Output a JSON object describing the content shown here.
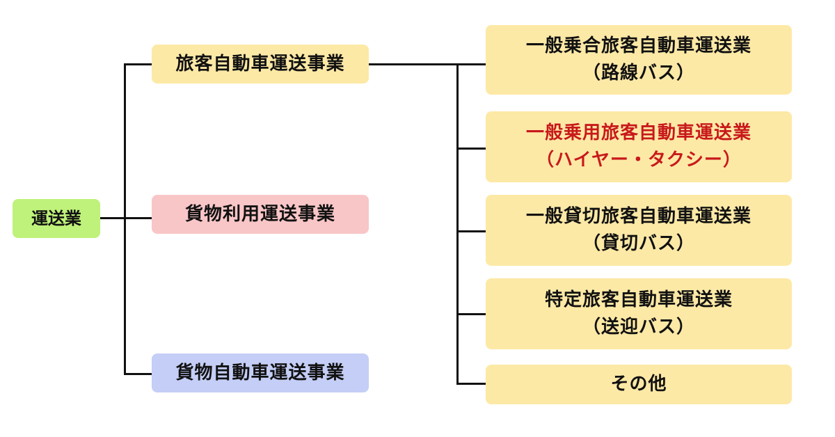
{
  "colors": {
    "root": "#bff27a",
    "passenger": "#fde9a6",
    "freight_use": "#f9c6c7",
    "freight_vehicle": "#c4cef6",
    "right_boxes": "#fde9a6",
    "highlight_text": "#c8191b",
    "lines": "#111111"
  },
  "root": {
    "label": "運送業"
  },
  "categories": [
    {
      "label": "旅客自動車運送事業"
    },
    {
      "label": "貨物利用運送事業"
    },
    {
      "label": "貨物自動車運送事業"
    }
  ],
  "subcategories": [
    {
      "line1": "一般乗合旅客自動車運送業",
      "line2": "（路線バス）"
    },
    {
      "line1": "一般乗用旅客自動車運送業",
      "line2": "（ハイヤー・タクシー）"
    },
    {
      "line1": "一般貸切旅客自動車運送業",
      "line2": "（貸切バス）"
    },
    {
      "line1": "特定旅客自動車運送業",
      "line2": "（送迎バス）"
    },
    {
      "line1": "その他"
    }
  ]
}
